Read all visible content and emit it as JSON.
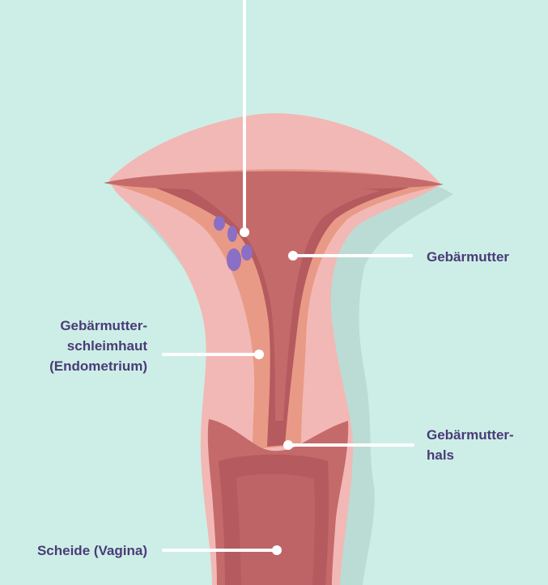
{
  "colors": {
    "background": "#cdeee6",
    "outer_tissue": "#f2b8b5",
    "muscle_layer": "#e89a86",
    "endometrium": "#c56a6b",
    "cavity": "#b55a5f",
    "lesion": "#8a6fc4",
    "label_text": "#4a3b78",
    "leader_line": "#ffffff"
  },
  "labels": {
    "uterus": "Gebärmutter",
    "endometrium": [
      "Gebärmutter-",
      "schleimhaut",
      "(Endometrium)"
    ],
    "cervix": [
      "Gebärmutter-",
      "hals"
    ],
    "vagina": "Scheide (Vagina)"
  }
}
